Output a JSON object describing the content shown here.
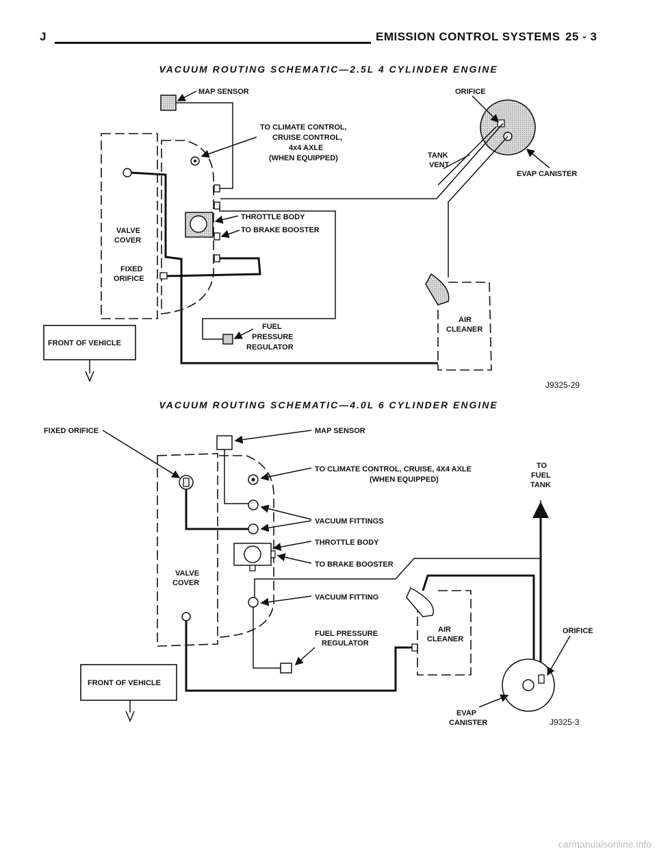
{
  "header": {
    "letter": "J",
    "section": "EMISSION CONTROL SYSTEMS",
    "page": "25 - 3"
  },
  "diagram1": {
    "title": "VACUUM ROUTING SCHEMATIC—2.5L 4 CYLINDER ENGINE",
    "labels": {
      "map_sensor": "MAP SENSOR",
      "orifice": "ORIFICE",
      "climate_l1": "TO CLIMATE CONTROL,",
      "climate_l2": "CRUISE CONTROL,",
      "climate_l3": "4x4 AXLE",
      "climate_l4": "(WHEN EQUIPPED)",
      "tank_l1": "TANK",
      "tank_l2": "VENT",
      "evap_canister": "EVAP CANISTER",
      "valve_l1": "VALVE",
      "valve_l2": "COVER",
      "throttle_body": "THROTTLE BODY",
      "brake_booster": "TO BRAKE BOOSTER",
      "fixed_l1": "FIXED",
      "fixed_l2": "ORIFICE",
      "air_l1": "AIR",
      "air_l2": "CLEANER",
      "fuel_l1": "FUEL",
      "fuel_l2": "PRESSURE",
      "fuel_l3": "REGULATOR",
      "front_of_vehicle": "FRONT OF VEHICLE",
      "figure_id": "J9325-29"
    }
  },
  "diagram2": {
    "title": "VACUUM ROUTING SCHEMATIC—4.0L 6 CYLINDER ENGINE",
    "labels": {
      "fixed_orifice": "FIXED ORIFICE",
      "map_sensor": "MAP SENSOR",
      "climate_l1": "TO CLIMATE CONTROL, CRUISE, 4X4 AXLE",
      "climate_l2": "(WHEN EQUIPPED)",
      "to_fuel_l1": "TO",
      "to_fuel_l2": "FUEL",
      "to_fuel_l3": "TANK",
      "vacuum_fittings": "VACUUM FITTINGS",
      "throttle_body": "THROTTLE BODY",
      "brake_booster": "TO BRAKE BOOSTER",
      "valve_l1": "VALVE",
      "valve_l2": "COVER",
      "vacuum_fitting": "VACUUM FITTING",
      "fuel_l1": "FUEL PRESSURE",
      "fuel_l2": "REGULATOR",
      "air_l1": "AIR",
      "air_l2": "CLEANER",
      "orifice": "ORIFICE",
      "front_of_vehicle": "FRONT OF VEHICLE",
      "evap_l1": "EVAP",
      "evap_l2": "CANISTER",
      "figure_id": "J9325-3"
    }
  },
  "watermark": "carmanualsonline.info"
}
